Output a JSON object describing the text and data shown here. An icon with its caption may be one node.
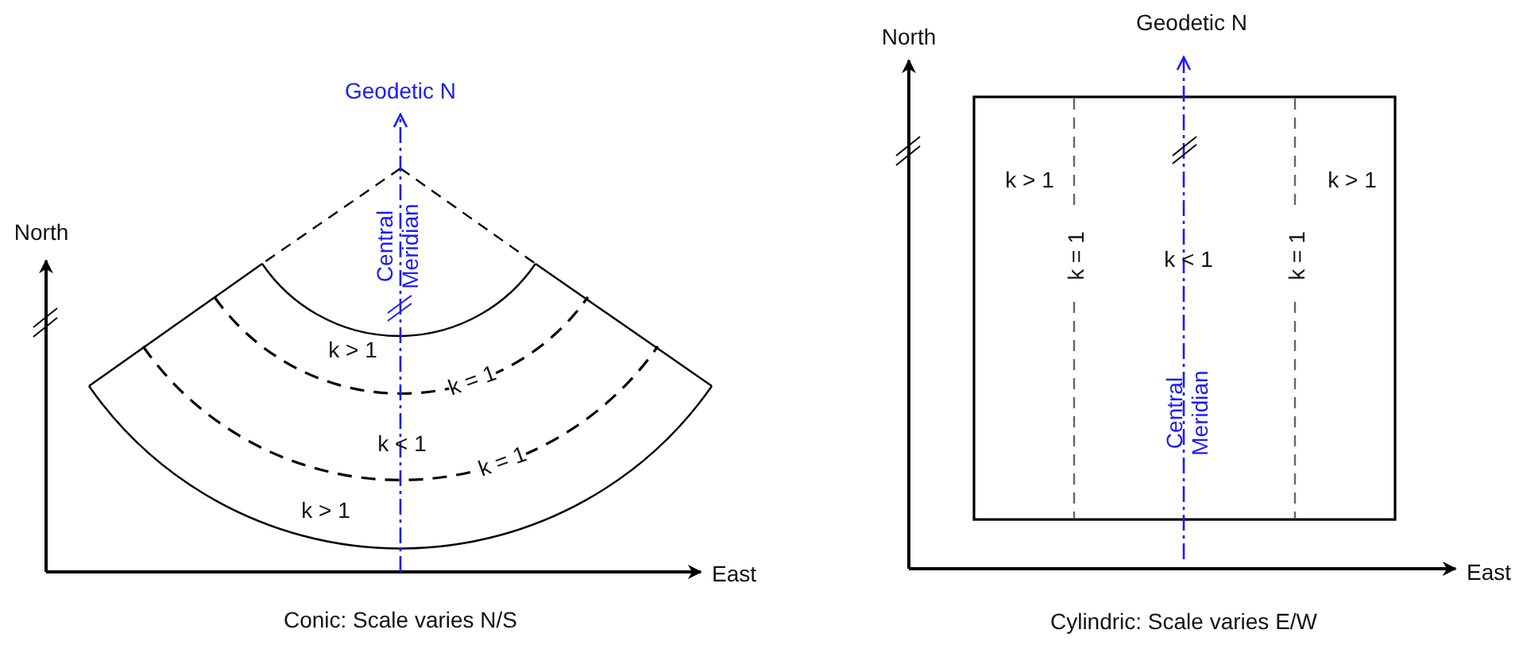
{
  "diagram": {
    "labels": [
      "Geodetic N",
      "North",
      "Central Meridian",
      "k > 1",
      "k = 1",
      "k < 1",
      "k = 1",
      "k > 1",
      "East",
      "Conic: Scale varies N/S",
      "Geodetic N",
      "North",
      "k > 1",
      "k > 1",
      "k = 1",
      "k < 1",
      "k = 1",
      "Central Meridian",
      "East",
      "Cylindric: Scale varies E/W"
    ]
  }
}
